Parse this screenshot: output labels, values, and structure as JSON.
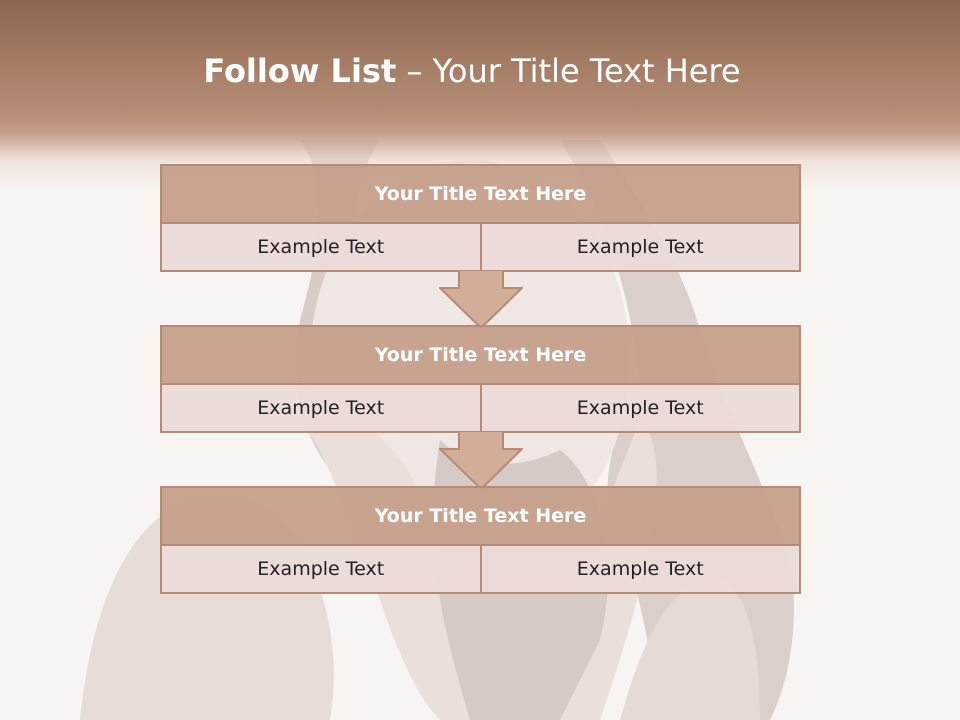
{
  "slide": {
    "title_strong": "Follow List",
    "title_rest": "– Your Title Text Here"
  },
  "steps": [
    {
      "title": "Your Title Text Here",
      "left": "Example Text",
      "right": "Example Text"
    },
    {
      "title": "Your Title Text Here",
      "left": "Example Text",
      "right": "Example Text"
    },
    {
      "title": "Your Title Text Here",
      "left": "Example Text",
      "right": "Example Text"
    }
  ],
  "colors": {
    "header": "#a27a62",
    "box_title": "#c6a08c",
    "box_border": "#b78a72",
    "box_cell": "#eadcd8",
    "arrow_fill": "#d2ad97"
  },
  "icons": [
    "down-arrow-icon",
    "down-arrow-icon"
  ]
}
